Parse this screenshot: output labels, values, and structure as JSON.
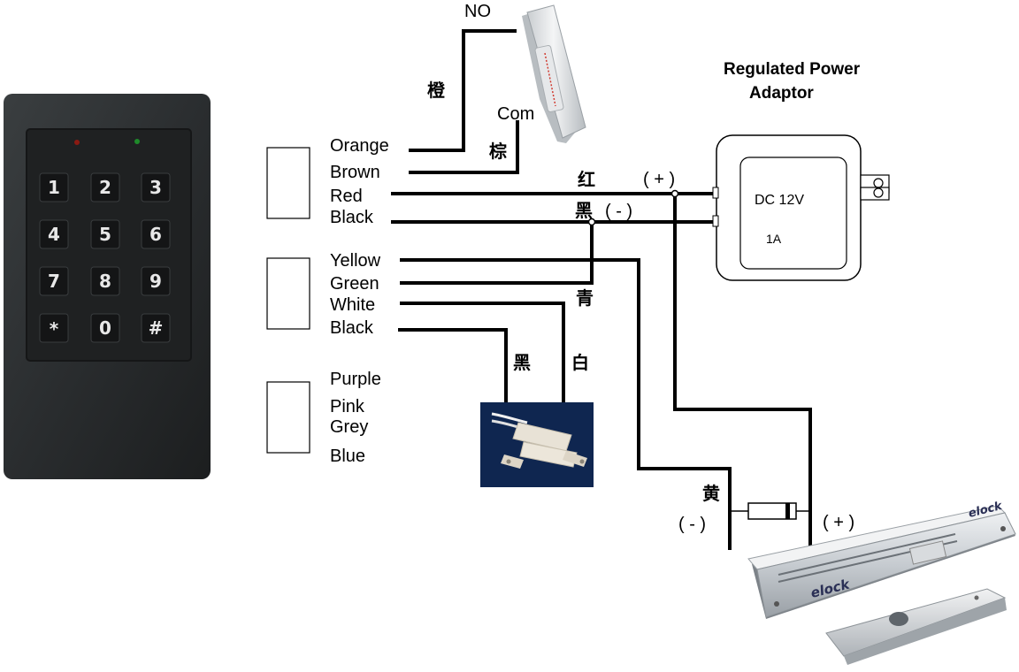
{
  "keypad": {
    "keys": [
      "1",
      "2",
      "3",
      "4",
      "5",
      "6",
      "7",
      "8",
      "9",
      "*",
      "0",
      "#"
    ]
  },
  "power_adaptor": {
    "title_line1": "Regulated Power",
    "title_line2": "Adaptor",
    "voltage": "DC 12V",
    "current": "1A"
  },
  "exit_button": {
    "no_label": "NO",
    "com_label": "Com"
  },
  "wire_group_1": [
    "Orange",
    "Brown",
    "Red",
    "Black"
  ],
  "wire_group_2": [
    "Yellow",
    "Green",
    "White",
    "Black"
  ],
  "wire_group_3": [
    "Purple",
    "Pink",
    "Grey",
    "Blue"
  ],
  "chinese_labels": {
    "orange": "橙",
    "brown": "棕",
    "red": "红",
    "black_power": "黑",
    "green": "青",
    "black_sensor": "黑",
    "white": "白",
    "yellow": "黄"
  },
  "polarity": {
    "red_plus": "( + )",
    "black_minus": "( - )",
    "lock_minus": "( - )",
    "lock_plus": "( + )"
  },
  "maglock": {
    "brand": "elock",
    "brand_front": "elock"
  },
  "colors": {
    "keypad_body": "#2b2e2f",
    "keypad_face": "#1e2021",
    "wire": "#000000",
    "sensor_bg": "#0f2650",
    "led_red": "#8a1a12",
    "led_green": "#1e8a2a"
  }
}
